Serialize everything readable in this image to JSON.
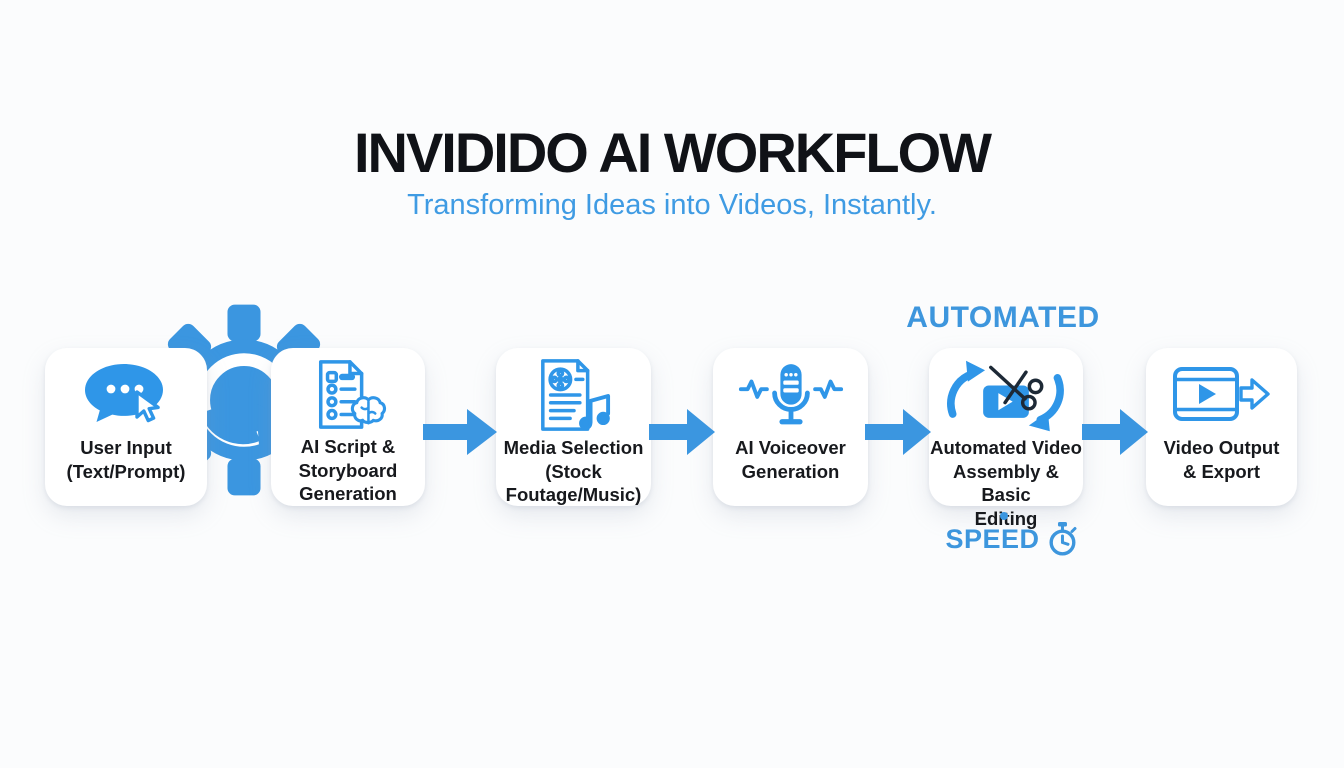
{
  "header": {
    "title": "INVIDIDO AI WORKFLOW",
    "subtitle": "Transforming Ideas into Videos, Instantly."
  },
  "badges": {
    "automated": "AUTOMATED",
    "speed": "SPEED"
  },
  "colors": {
    "accent_blue": "#3b96e0",
    "icon_blue": "#2f96e8",
    "label_blue": "#3d96dd",
    "title_black": "#101217",
    "box_text": "#17191d",
    "scissors_dark": "#1d2936",
    "background": "#fbfcfd",
    "box_background": "#ffffff"
  },
  "steps": [
    {
      "id": "user-input",
      "icon": "chat-cursor-icon",
      "label": "User Input\n(Text/Prompt)"
    },
    {
      "id": "script-storyboard",
      "icon": "script-brain-icon",
      "label": "AI Script &\nStoryboard\nGeneration"
    },
    {
      "id": "media-selection",
      "icon": "media-doc-icon",
      "label": "Media Selection\n(Stock\nFoutage/Music)"
    },
    {
      "id": "voiceover",
      "icon": "mic-wave-icon",
      "label": "AI Voiceover\nGeneration"
    },
    {
      "id": "assembly-editing",
      "icon": "assembly-loop-icon",
      "label": "Automated Video\nAssembly & Basic\nEditing"
    },
    {
      "id": "output-export",
      "icon": "video-export-icon",
      "label": "Video Output\n& Export"
    }
  ]
}
